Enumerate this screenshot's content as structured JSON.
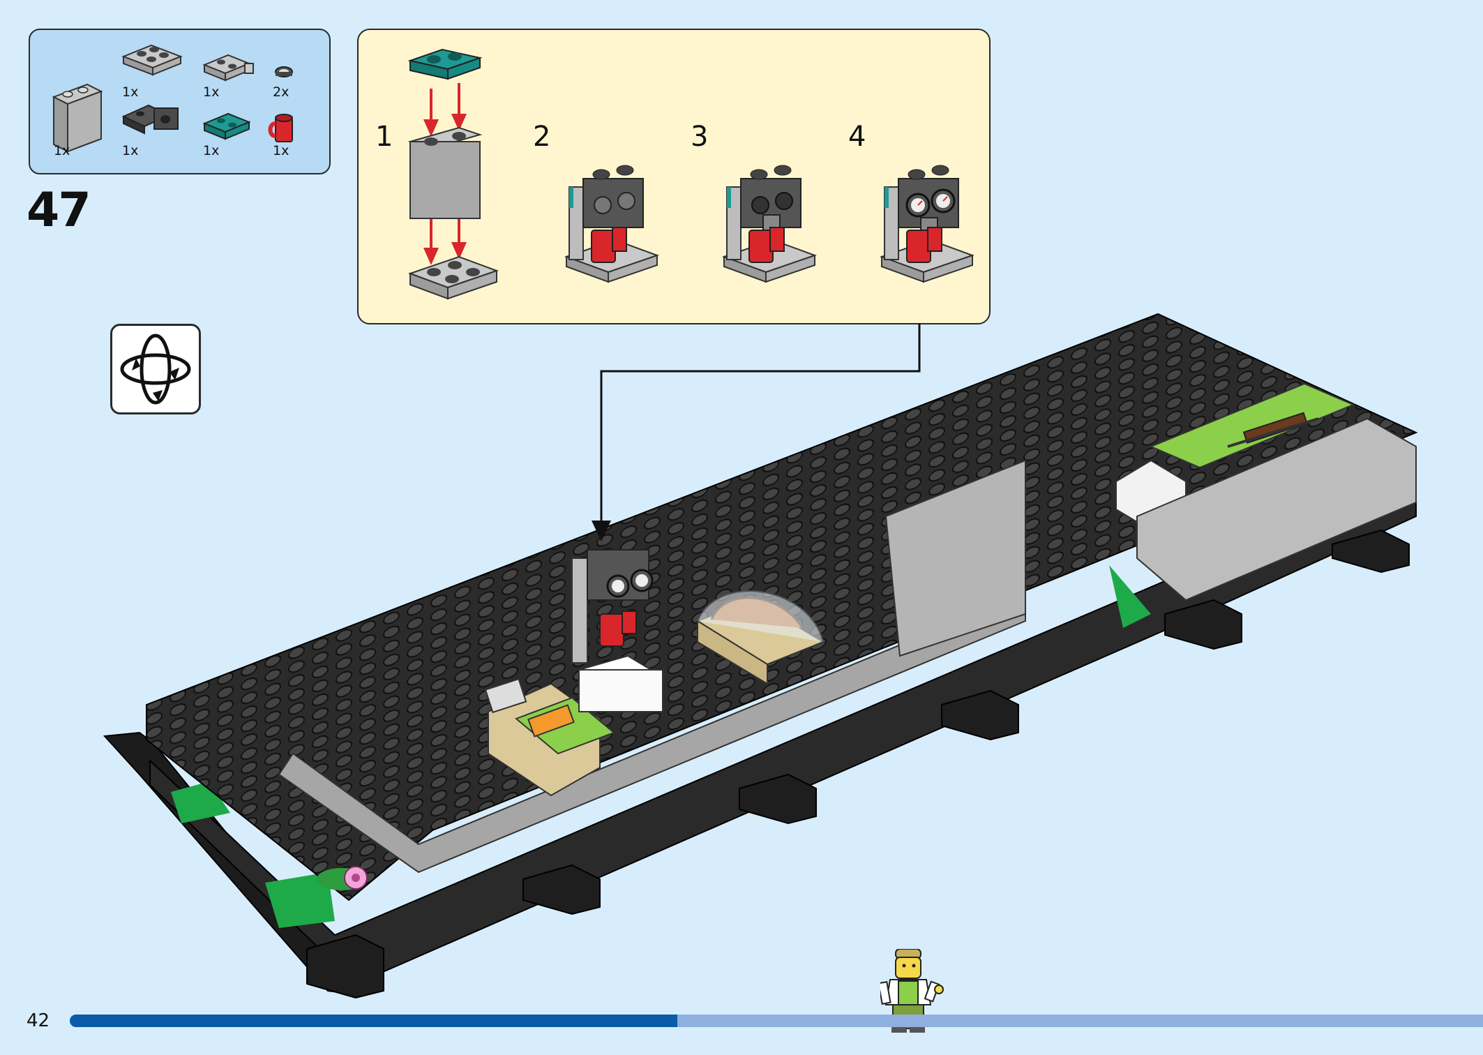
{
  "page": {
    "number": "42",
    "progress": 0.43
  },
  "step": {
    "number": "47"
  },
  "parts_list": [
    {
      "name": "brick-1x2x2-light-gray",
      "qty": "1x"
    },
    {
      "name": "plate-2x2-light-gray",
      "qty": "1x"
    },
    {
      "name": "plate-bracket-1x2-dark-gray",
      "qty": "1x"
    },
    {
      "name": "plate-clip-1x2-light-gray",
      "qty": "1x"
    },
    {
      "name": "plate-1x2-teal",
      "qty": "1x"
    },
    {
      "name": "tile-round-1x1-gauge",
      "qty": "2x"
    },
    {
      "name": "cup-red",
      "qty": "1x"
    }
  ],
  "substeps": [
    "1",
    "2",
    "3",
    "4"
  ],
  "icons": {
    "rotate": "rotate-model-icon",
    "minifigure": "barista-minifigure"
  },
  "colors": {
    "background": "#d8edfb",
    "parts_box": "#b7daf5",
    "substep_box": "#fff6cf",
    "progress_done": "#0a5ba8",
    "progress_remaining": "#8fb0df",
    "arrow_red": "#d9262b"
  }
}
